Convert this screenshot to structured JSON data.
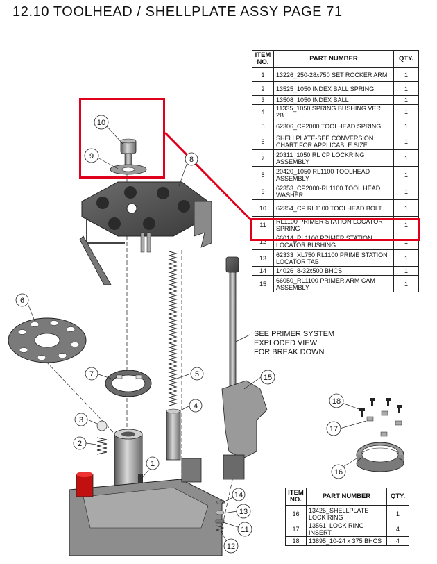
{
  "page": {
    "title": "12.10 TOOLHEAD / SHELLPLATE ASSY PAGE 71"
  },
  "bom_main": {
    "headers": {
      "item": "ITEM NO.",
      "part": "PART NUMBER",
      "qty": "QTY."
    },
    "rows": [
      {
        "item": "1",
        "part": "13226_250-28x750 SET ROCKER ARM",
        "qty": "1"
      },
      {
        "item": "2",
        "part": "13525_1050 INDEX BALL SPRING",
        "qty": "1"
      },
      {
        "item": "3",
        "part": "13508_1050 INDEX BALL",
        "qty": "1"
      },
      {
        "item": "4",
        "part": "11335_1050 SPRING BUSHING VER. 2B",
        "qty": "1"
      },
      {
        "item": "5",
        "part": "62306_CP2000 TOOLHEAD SPRING",
        "qty": "1"
      },
      {
        "item": "6",
        "part": "SHELLPLATE-SEE CONVERSION CHART FOR APPLICABLE SIZE",
        "qty": "1"
      },
      {
        "item": "7",
        "part": "20311_1050 RL CP LOCKRING ASSEMBLY",
        "qty": "1"
      },
      {
        "item": "8",
        "part": "20420_1050 RL1100 TOOLHEAD ASSEMBLY",
        "qty": "1"
      },
      {
        "item": "9",
        "part": "62353_CP2000-RL1100 TOOL HEAD WASHER",
        "qty": "1"
      },
      {
        "item": "10",
        "part": "62354_CP RL1100 TOOLHEAD BOLT",
        "qty": "1"
      },
      {
        "item": "11",
        "part": "RL1100 PRIMER STATION LOCATOR SPRING",
        "qty": "1"
      },
      {
        "item": "12",
        "part": "66014_RL1100 PRIMER STATION LOCATOR BUSHING",
        "qty": "1"
      },
      {
        "item": "13",
        "part": "62333_XL750 RL1100 PRIME STATION LOCATOR TAB",
        "qty": "1"
      },
      {
        "item": "14",
        "part": "14026_8-32x500 BHCS",
        "qty": "1"
      },
      {
        "item": "15",
        "part": "66050_RL1100 PRIMER ARM CAM ASSEMBLY",
        "qty": "1"
      }
    ]
  },
  "bom_sub": {
    "headers": {
      "item": "ITEM NO.",
      "part": "PART NUMBER",
      "qty": "QTY."
    },
    "rows": [
      {
        "item": "16",
        "part": "13425_SHELLPLATE LOCK RING",
        "qty": "1"
      },
      {
        "item": "17",
        "part": "13561_LOCK RING INSERT",
        "qty": "4"
      },
      {
        "item": "18",
        "part": "13895_10-24 x 375 BHCS",
        "qty": "4"
      }
    ]
  },
  "note": {
    "lines": [
      "SEE PRIMER SYSTEM",
      "EXPLODED VIEW",
      "FOR BREAK DOWN"
    ]
  },
  "callouts": {
    "c1": "1",
    "c2": "2",
    "c3": "3",
    "c4": "4",
    "c5": "5",
    "c6": "6",
    "c7": "7",
    "c8": "8",
    "c9": "9",
    "c10": "10",
    "c11": "11",
    "c12": "12",
    "c13": "13",
    "c14": "14",
    "c15": "15",
    "c16": "16",
    "c17": "17",
    "c18": "18"
  },
  "colors": {
    "highlight": "#e0001b",
    "part_gray": "#8a8a8a",
    "part_dark": "#4a4a4a"
  }
}
